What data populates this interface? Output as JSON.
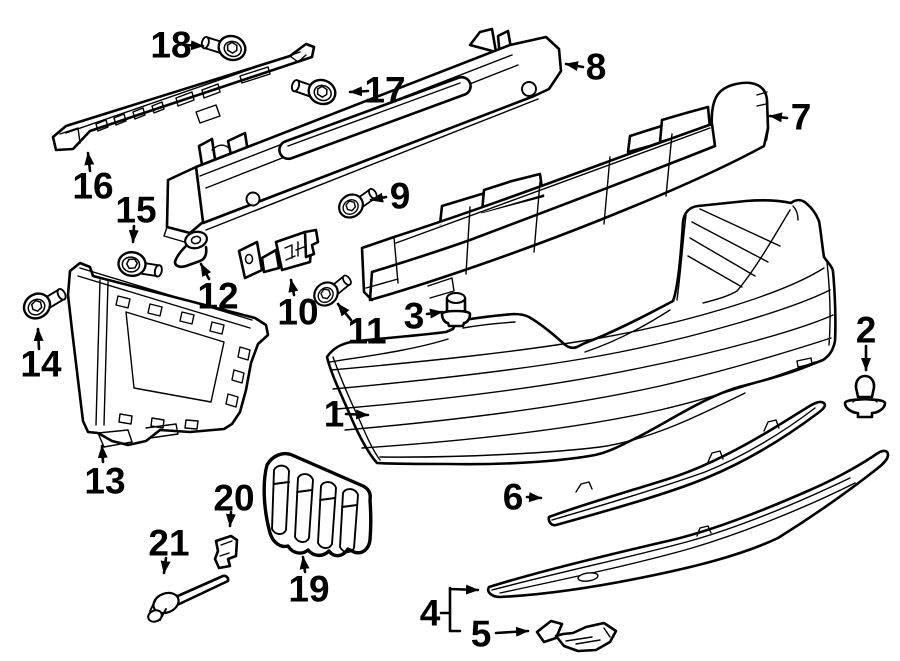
{
  "figure": {
    "background_color": "#ffffff",
    "line_color": "#000000"
  },
  "callouts": [
    {
      "number": "1"
    },
    {
      "number": "2"
    },
    {
      "number": "3"
    },
    {
      "number": "4"
    },
    {
      "number": "5"
    },
    {
      "number": "6"
    },
    {
      "number": "7"
    },
    {
      "number": "8"
    },
    {
      "number": "9"
    },
    {
      "number": "10"
    },
    {
      "number": "11"
    },
    {
      "number": "12"
    },
    {
      "number": "13"
    },
    {
      "number": "14"
    },
    {
      "number": "15"
    },
    {
      "number": "16"
    },
    {
      "number": "17"
    },
    {
      "number": "18"
    },
    {
      "number": "19"
    },
    {
      "number": "20"
    },
    {
      "number": "21"
    }
  ]
}
